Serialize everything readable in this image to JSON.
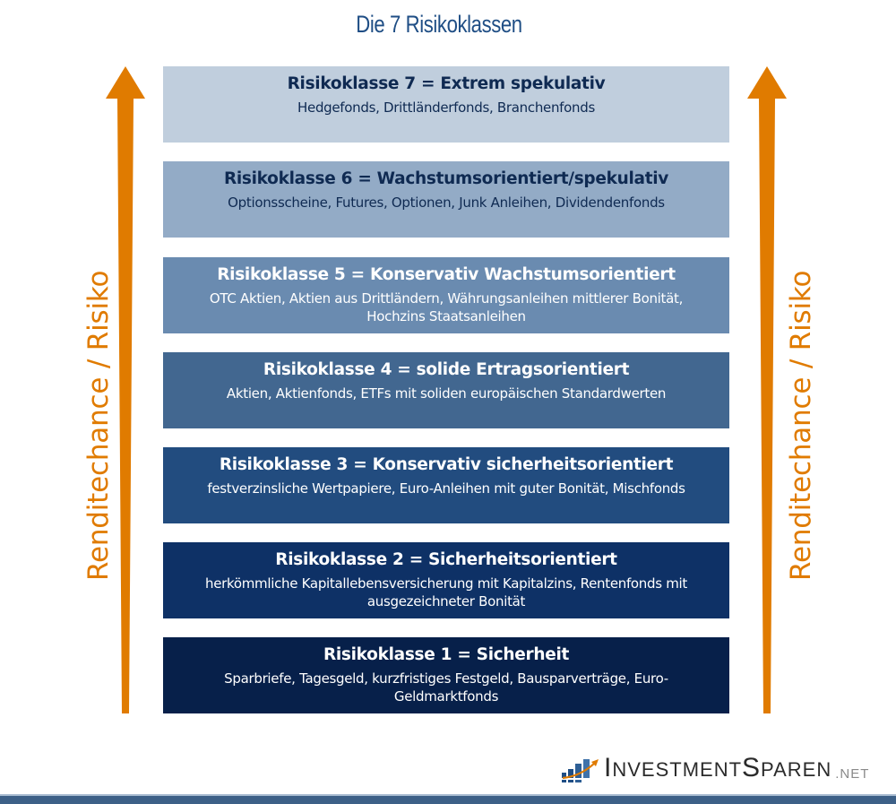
{
  "title": "Die 7 Risikoklassen",
  "axis_label": "Renditechance / Risiko",
  "classes": [
    {
      "heading": "Risikoklasse 7 = Extrem spekulativ",
      "description": "Hedgefonds, Drittländerfonds, Branchenfonds",
      "bg": "#c0cedd",
      "fg": "#0f2a52"
    },
    {
      "heading": "Risikoklasse 6 = Wachstumsorientiert/spekulativ",
      "description": "Optionsscheine, Futures, Optionen, Junk Anleihen, Dividendenfonds",
      "bg": "#93abc6",
      "fg": "#0f2a52"
    },
    {
      "heading": "Risikoklasse 5 = Konservativ Wachstumsorientiert",
      "description": "OTC Aktien, Aktien aus Drittländern, Währungsanleihen mittlerer Bonität, Hochzins Staatsanleihen",
      "bg": "#6a8bb0",
      "fg": "#ffffff"
    },
    {
      "heading": "Risikoklasse 4 = solide Ertragsorientiert",
      "description": "Aktien, Aktienfonds, ETFs mit soliden europäischen Standardwerten",
      "bg": "#426790",
      "fg": "#ffffff"
    },
    {
      "heading": "Risikoklasse 3 = Konservativ sicherheitsorientiert",
      "description": "festverzinsliche Wertpapiere, Euro-Anleihen mit guter Bonität, Mischfonds",
      "bg": "#224c7f",
      "fg": "#ffffff"
    },
    {
      "heading": "Risikoklasse 2 = Sicherheitsorientiert",
      "description": "herkömmliche Kapitallebensversicherung mit Kapitalzins, Rentenfonds mit ausgezeichneter Bonität",
      "bg": "#0e3166",
      "fg": "#ffffff"
    },
    {
      "heading": "Risikoklasse 1 = Sicherheit",
      "description": "Sparbriefe, Tagesgeld, kurzfristiges Festgeld, Bausparverträge, Euro-Geldmarktfonds",
      "bg": "#07204a",
      "fg": "#ffffff"
    }
  ],
  "logo": {
    "first_initial": "I",
    "first_rest": "NVESTMENT",
    "second_initial": "S",
    "second_rest": "PAREN",
    "suffix": ".NET"
  },
  "colors": {
    "accent": "#e07b00",
    "title": "#1f4e85",
    "bar": "#3d6087"
  }
}
